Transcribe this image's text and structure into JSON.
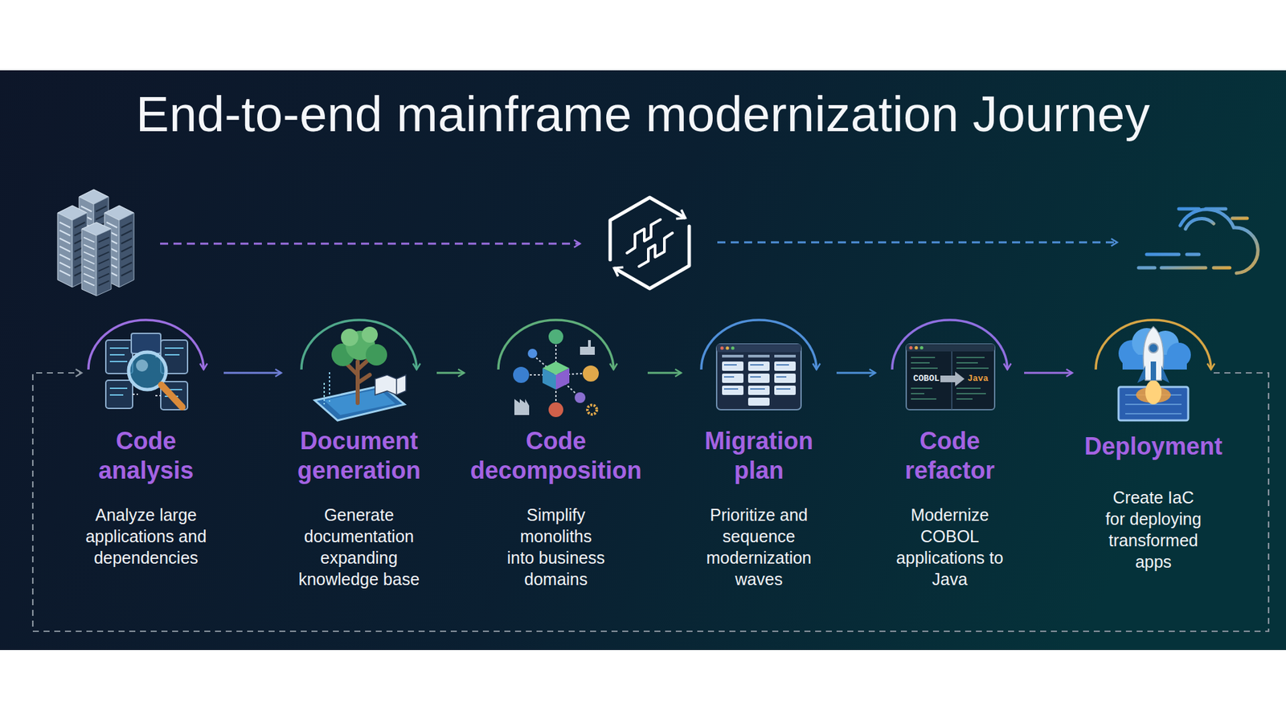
{
  "diagram": {
    "title": "End-to-end mainframe modernization Journey",
    "nodes": [
      {
        "text": [
          "Code analysis",
          "Analyze large applications and dependencies"
        ]
      },
      {
        "text": [
          "Document generation",
          "Generate documentation expanding knowledge base"
        ]
      },
      {
        "text": [
          "Code decomposition",
          "Simplify monoliths into business domains"
        ]
      },
      {
        "text": [
          "Migration plan",
          "Prioritize and sequence modernization waves"
        ]
      },
      {
        "text": [
          "Code refactor",
          "Modernize COBOL applications to Java"
        ]
      },
      {
        "text": [
          "Deployment",
          "Create IaC for deploying transformed apps"
        ]
      }
    ],
    "edges": [
      {
        "from": 0,
        "to": 1,
        "arrow": "to"
      },
      {
        "from": 1,
        "to": 2,
        "arrow": "to"
      },
      {
        "from": 2,
        "to": 3,
        "arrow": "to"
      },
      {
        "from": 3,
        "to": 4,
        "arrow": "to"
      },
      {
        "from": 4,
        "to": 5,
        "arrow": "to"
      }
    ],
    "labels": [
      "COBOL",
      "Java"
    ]
  }
}
